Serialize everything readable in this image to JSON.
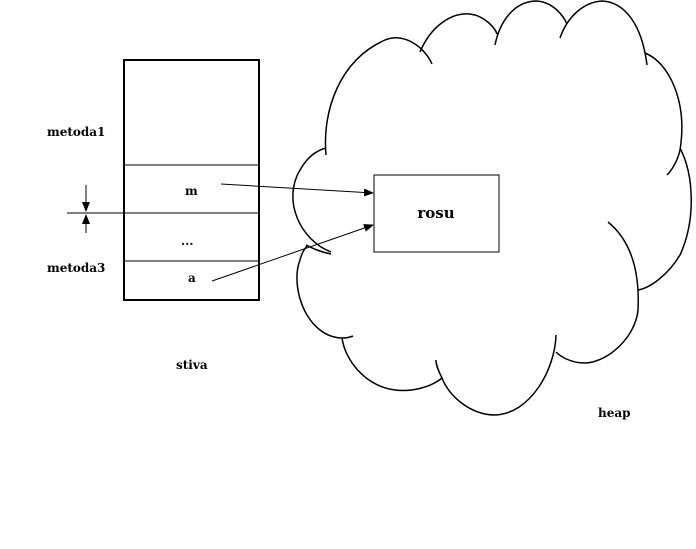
{
  "diagram": {
    "type": "memory-layout",
    "stack": {
      "label": "stiva",
      "frames": [
        {
          "method": "metoda1",
          "cells": []
        },
        {
          "method": "",
          "cells": [
            "m"
          ]
        },
        {
          "method": "",
          "cells": [
            "..."
          ]
        },
        {
          "method": "metoda3",
          "cells": [
            "a"
          ]
        }
      ],
      "method_labels": [
        "metoda1",
        "metoda3"
      ],
      "cells": [
        "m",
        "...",
        "a"
      ]
    },
    "heap": {
      "label": "heap",
      "object": "rosu"
    },
    "references": [
      {
        "from": "m",
        "to": "rosu"
      },
      {
        "from": "a",
        "to": "rosu"
      }
    ],
    "colors": {
      "line": "#000000",
      "background": "#ffffff"
    }
  }
}
